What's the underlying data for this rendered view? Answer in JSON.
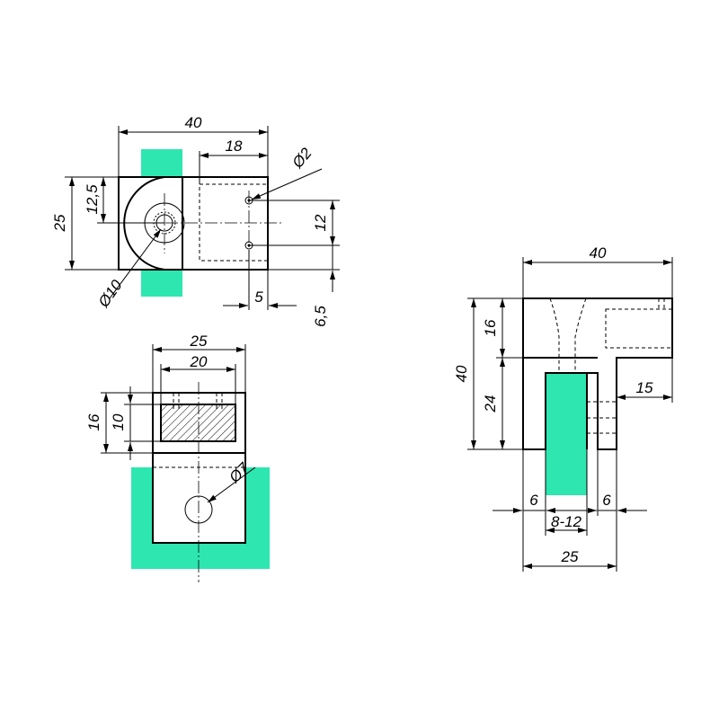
{
  "colors": {
    "glass": "#2ee6b0",
    "line": "#000000",
    "background": "#ffffff"
  },
  "top_view": {
    "width": "40",
    "hole_offset": "18",
    "small_hole_dia": "Ø2",
    "height": "25",
    "center_height": "12,5",
    "hole_spacing": "12",
    "bore_dia": "Ø10",
    "hole_edge": "5",
    "hole_from_bottom": "6,5"
  },
  "bottom_view": {
    "width": "25",
    "slot_width": "20",
    "height": "16",
    "slot_height": "10",
    "hole_dia": "Ø7"
  },
  "side_view": {
    "width": "40",
    "height": "40",
    "top_part": "16",
    "slot_depth": "24",
    "arm_length": "15",
    "wall_left": "6",
    "glass_range": "8-12",
    "wall_right": "6",
    "base_width": "25"
  }
}
